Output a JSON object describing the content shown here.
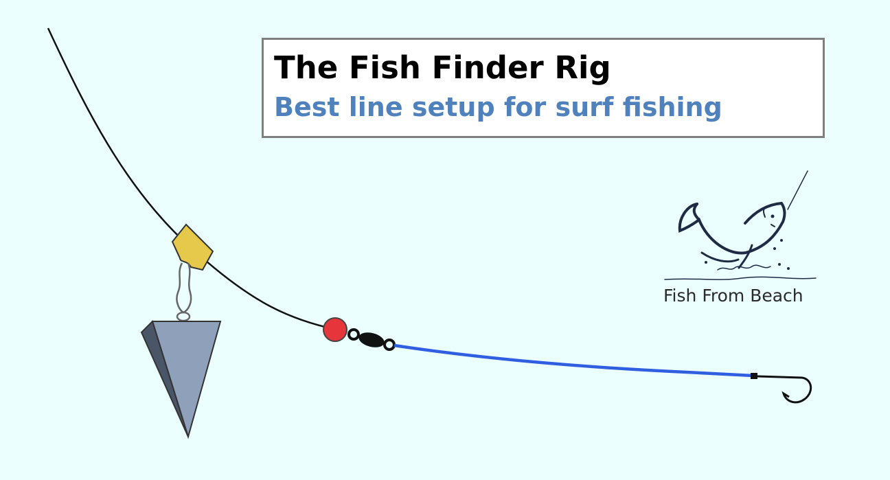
{
  "title": "The Fish Finder Rig",
  "subtitle": "Best line setup for surf fishing",
  "logo": {
    "text": "Fish From Beach",
    "icon": "fish-jumping-icon"
  },
  "colors": {
    "background": "#eafffe",
    "subtitle": "#4f81bd",
    "main_line": "#111111",
    "leader_line": "#2f5ee0",
    "sinker_slide": "#e6c84a",
    "bead": "#e6353b",
    "sinker": "#8b9bb4"
  }
}
